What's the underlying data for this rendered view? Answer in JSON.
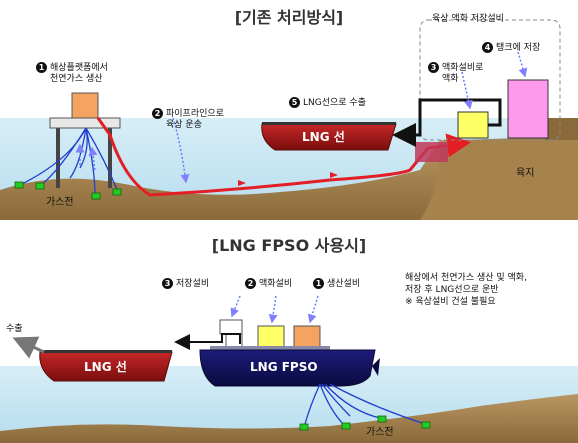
{
  "top": {
    "title": "[기존 처리방식]",
    "steps": [
      {
        "n": "1",
        "text": [
          "해상플랫폼에서",
          "천연가스 생산"
        ]
      },
      {
        "n": "2",
        "text": [
          "파이프라인으로",
          "육상 운송"
        ]
      },
      {
        "n": "3",
        "text": [
          "액화설비로",
          "액화"
        ]
      },
      {
        "n": "4",
        "text": [
          "탱크에 저장"
        ]
      },
      {
        "n": "5",
        "text": [
          "LNG선으로 수출"
        ]
      }
    ],
    "onshore_box_title": "육상 액화 저장설비",
    "gas_field_label": "가스전",
    "land_label": "육지",
    "ship_label": "LNG 선"
  },
  "bottom": {
    "title": "[LNG FPSO 사용시]",
    "steps": [
      {
        "n": "3",
        "text": "저장설비"
      },
      {
        "n": "2",
        "text": "액화설비"
      },
      {
        "n": "1",
        "text": "생산설비"
      }
    ],
    "note": [
      "해상에서 천연가스 생산 및 액화,",
      "저장 후 LNG선으로 운반",
      "※ 육상설비 건설 불필요"
    ],
    "export_label": "수출",
    "ship_label": "LNG 선",
    "fpso_label": "LNG FPSO",
    "gas_field_label": "가스전"
  },
  "colors": {
    "sea": "#c9e6f1",
    "seabed": "#b08d55",
    "hull_red": "#a4161a",
    "hull_navy": "#1a1a66",
    "pipeline": "#e31e24",
    "wells": "#1f3fd0",
    "platform": "#f4a460",
    "liquefaction": "#ffff66",
    "tank": "#ff99ee",
    "wellhead": "#22cc22"
  }
}
